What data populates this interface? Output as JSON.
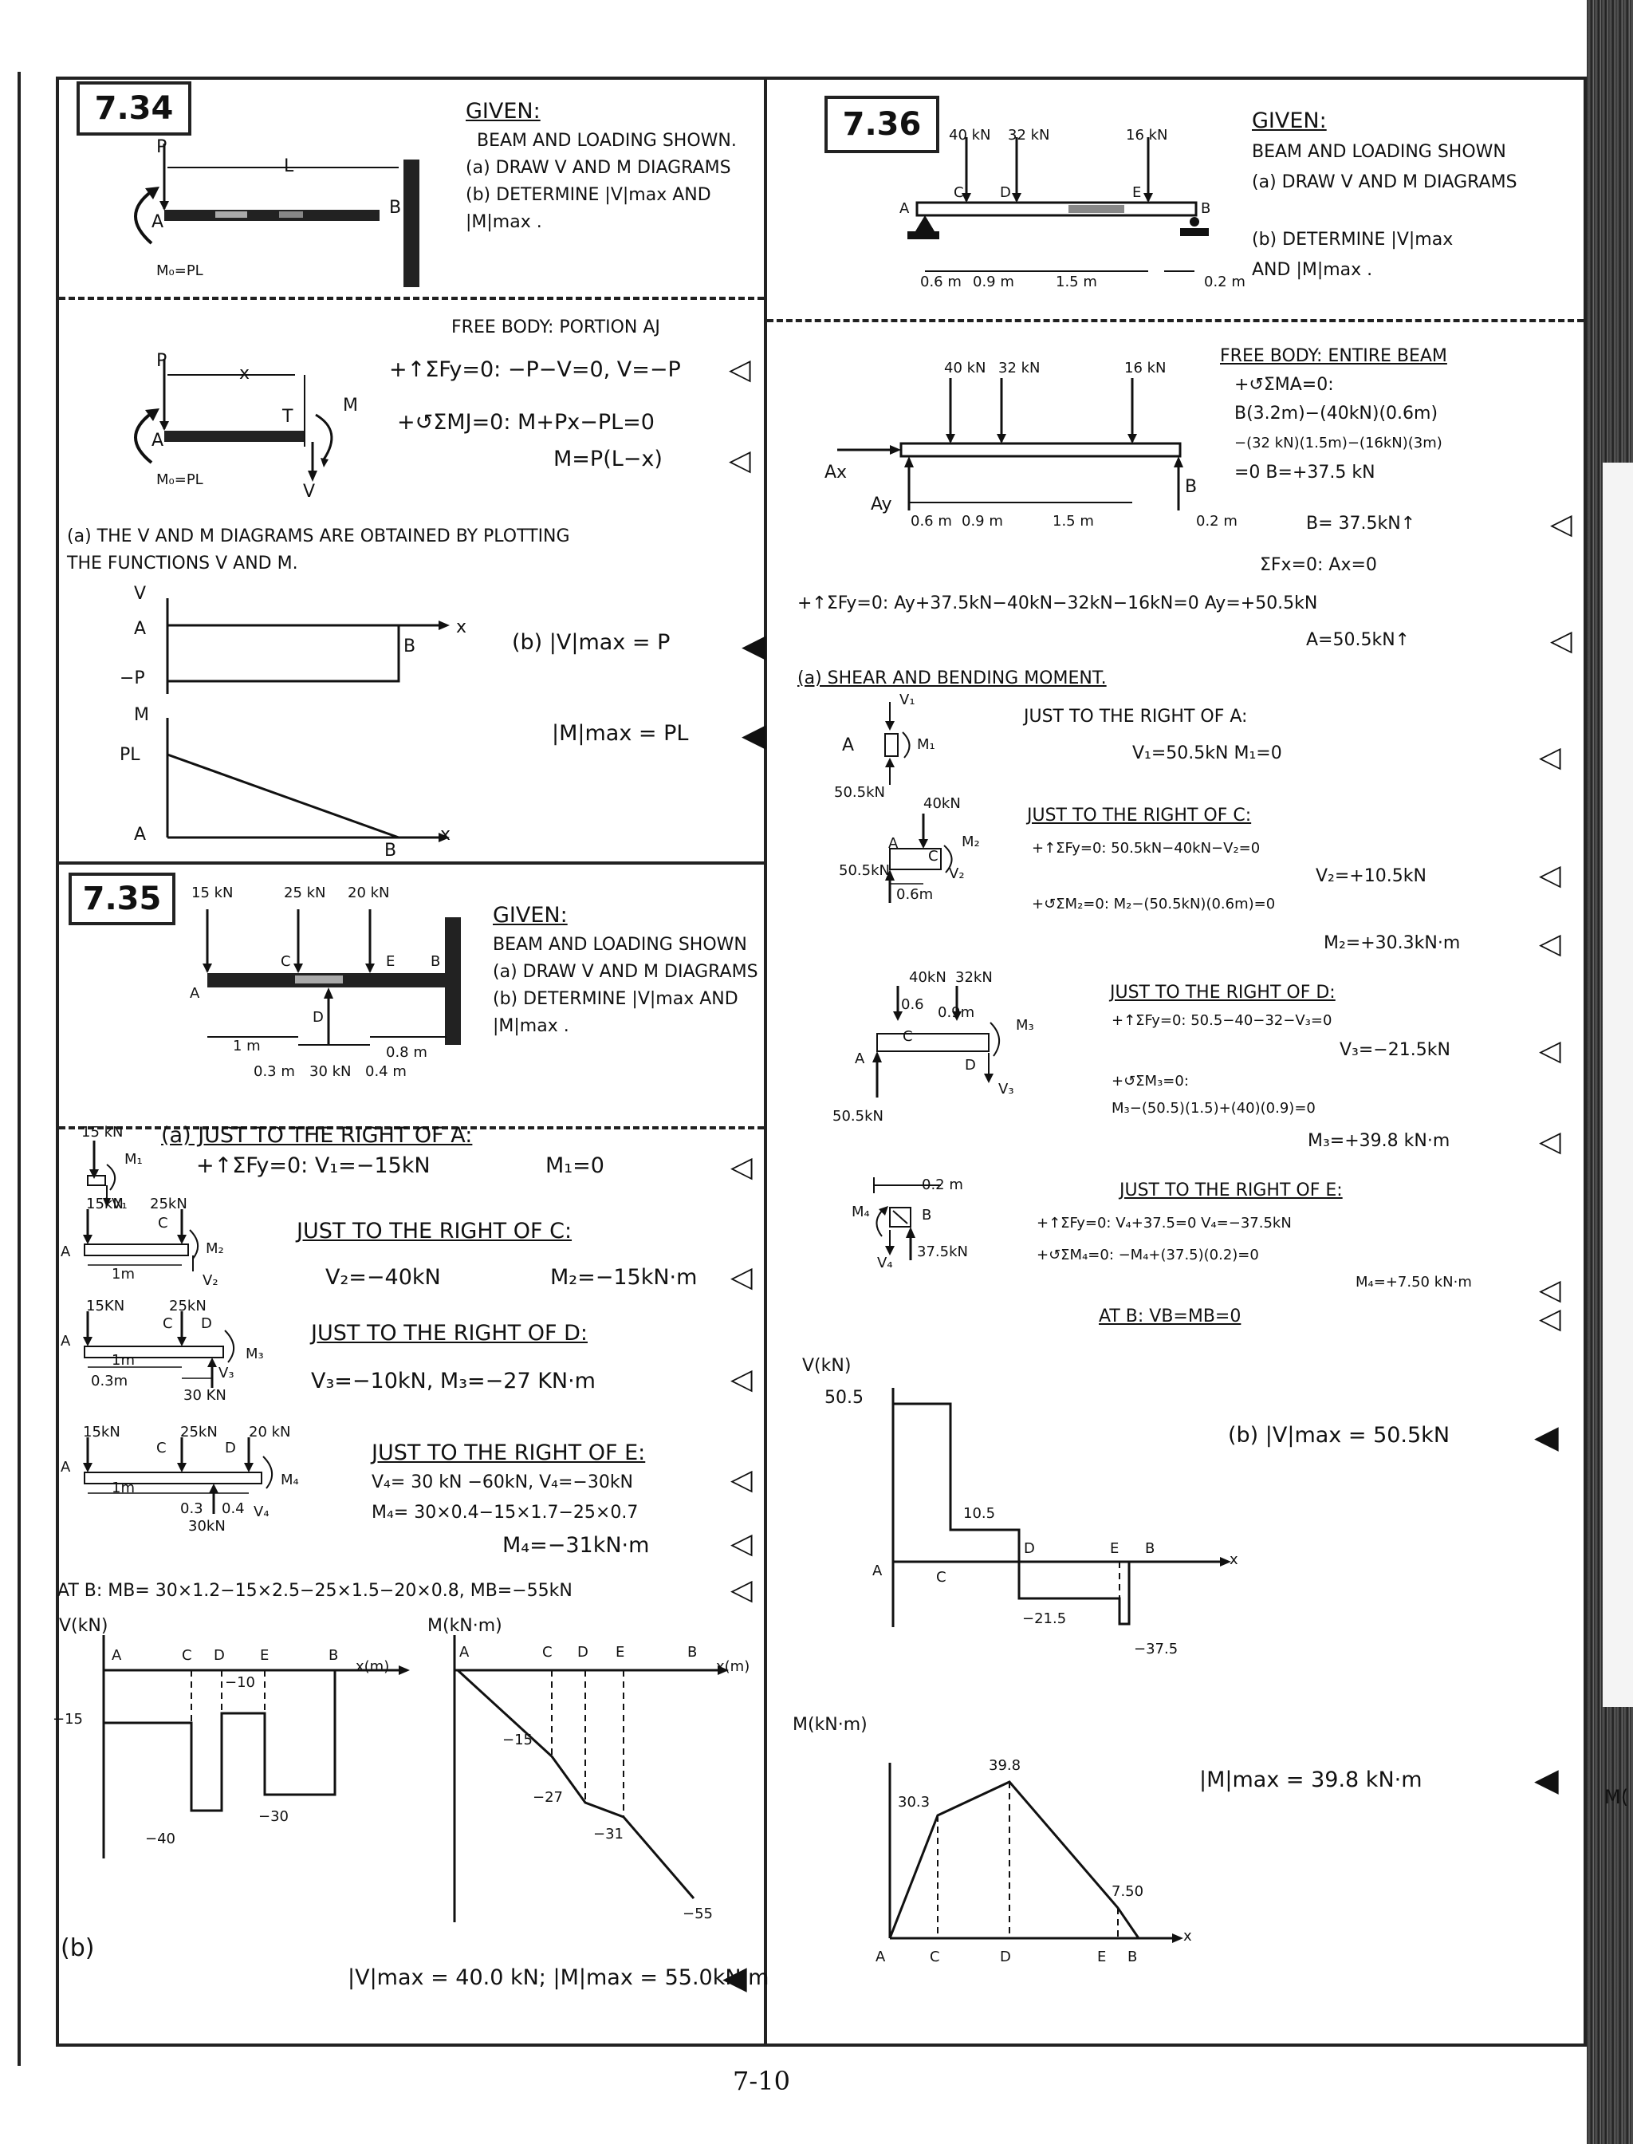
{
  "page_number": "7-10",
  "p734": {
    "number": "7.34",
    "labels": {
      "P": "P",
      "L": "L",
      "A": "A",
      "B": "B",
      "M0": "M₀=PL",
      "x": "x",
      "T": "T",
      "V": "V",
      "M": "M"
    },
    "given": [
      "GIVEN:",
      "BEAM AND LOADING SHOWN.",
      "(a) DRAW V AND M DIAGRAMS",
      "(b) DETERMINE |V|max AND",
      "|M|max ."
    ],
    "fb_title": "FREE BODY: PORTION AJ",
    "eq1": "+↑ΣFy=0: −P−V=0,  V=−P",
    "eq2": "+↺ΣMJ=0: M+Px−PL=0",
    "eq3": "M=P(L−x)",
    "part_a": [
      "(a) THE V AND M DIAGRAMS ARE OBTAINED BY PLOTTING",
      "THE FUNCTIONS V AND M."
    ],
    "ans_v": "(b) |V|max = P",
    "ans_m": "|M|max = PL",
    "vdiag": {
      "V": "V",
      "A": "A",
      "B": "B",
      "negP": "−P",
      "x": "x"
    },
    "mdiag": {
      "M": "M",
      "PL": "PL",
      "A": "A",
      "B": "B",
      "x": "x"
    }
  },
  "p735": {
    "number": "7.35",
    "loads": [
      "15 kN",
      "25 kN",
      "20 kN"
    ],
    "beam_labels": {
      "A": "A",
      "C": "C",
      "D": "D",
      "E": "E",
      "B": "B"
    },
    "dims": [
      "1 m",
      "0.3 m",
      "30 kN",
      "0.4 m",
      "0.8 m"
    ],
    "given": [
      "GIVEN:",
      "BEAM AND LOADING SHOWN",
      "(a) DRAW V AND M DIAGRAMS",
      "(b) DETERMINE |V|max AND",
      "|M|max ."
    ],
    "s1": {
      "load": "15 kN",
      "title": "(a) JUST TO THE RIGHT OF A:",
      "eq": "+↑ΣFy=0:  V₁=−15kN",
      "m": "M₁=0",
      "labels": [
        "M₁",
        "V₁"
      ]
    },
    "s2": {
      "loads": [
        "15kN",
        "25kN"
      ],
      "title": "JUST TO THE RIGHT OF C:",
      "v": "V₂=−40kN",
      "m": "M₂=−15kN·m",
      "labels": [
        "A",
        "C",
        "1m",
        "M₂",
        "V₂"
      ]
    },
    "s3": {
      "loads": [
        "15KN",
        "25kN"
      ],
      "title": "JUST TO THE RIGHT OF D:",
      "eq": "V₃=−10kN, M₃=−27 KN·m",
      "labels": [
        "A",
        "C",
        "D",
        "1m",
        "0.3m",
        "30 KN",
        "M₃",
        "V₃"
      ]
    },
    "s4": {
      "loads": [
        "15kN",
        "25kN",
        "20 kN"
      ],
      "title": "JUST TO THE RIGHT OF E:",
      "eq1": "V₄= 30 kN −60kN,  V₄=−30kN",
      "eq2": "M₄= 30×0.4−15×1.7−25×0.7",
      "eq3": "M₄=−31kN·m",
      "labels": [
        "A",
        "C",
        "D",
        "1m",
        "0.3",
        "0.4",
        "30kN",
        "M₄",
        "V₄"
      ]
    },
    "at_b": "AT B: MB= 30×1.2−15×2.5−25×1.5−20×0.8,  MB=−55kN",
    "vdiag": {
      "title": "V(kN)",
      "points": [
        "A",
        "C",
        "D",
        "E",
        "B"
      ],
      "x": "x(m)",
      "values": [
        "−15",
        "−10",
        "−40",
        "−30"
      ]
    },
    "mdiag": {
      "title": "M(kN·m)",
      "points": [
        "A",
        "C",
        "D",
        "E",
        "B"
      ],
      "x": "x(m)",
      "values": [
        "−15",
        "−27",
        "−31",
        "−55"
      ]
    },
    "part_b": "(b)",
    "answer": "|V|max = 40.0 kN;  |M|max = 55.0kN·m"
  },
  "p736": {
    "number": "7.36",
    "loads": [
      "40 kN",
      "32 kN",
      "16 kN"
    ],
    "beam_labels": {
      "A": "A",
      "C": "C",
      "D": "D",
      "E": "E",
      "B": "B"
    },
    "dims": [
      "0.6 m",
      "0.9 m",
      "1.5 m",
      "0.2 m"
    ],
    "given": [
      "GIVEN:",
      "BEAM AND LOADING SHOWN",
      "(a) DRAW V AND M DIAGRAMS",
      "(b) DETERMINE |V|max",
      "AND |M|max ."
    ],
    "fb_title": "FREE BODY: ENTIRE BEAM",
    "fb_reactions": [
      "Ax",
      "Ay",
      "B"
    ],
    "fb_eqs": [
      "+↺ΣMA=0:",
      "B(3.2m)−(40kN)(0.6m)",
      "−(32 kN)(1.5m)−(16kN)(3m)",
      "=0  B=+37.5 kN",
      "B= 37.5kN↑",
      "ΣFx=0:  Ax=0"
    ],
    "fy_eq": "+↑ΣFy=0: Ay+37.5kN−40kN−32kN−16kN=0   Ay=+50.5kN",
    "ay_ans": "A=50.5kN↑",
    "part_a": "(a) SHEAR AND BENDING MOMENT.",
    "s1": {
      "title": "JUST TO THE RIGHT OF A:",
      "eq": "V₁=50.5kN   M₁=0",
      "labels": [
        "A",
        "V₁",
        "M₁",
        "50.5kN"
      ]
    },
    "s2": {
      "title": "JUST TO THE RIGHT OF C:",
      "eq1": "+↑ΣFy=0: 50.5kN−40kN−V₂=0",
      "eq2": "V₂=+10.5kN",
      "eq3": "+↺ΣM₂=0: M₂−(50.5kN)(0.6m)=0",
      "eq4": "M₂=+30.3kN·m",
      "labels": [
        "40kN",
        "A",
        "C",
        "M₂",
        "V₂",
        "50.5kN",
        "0.6m"
      ]
    },
    "s3": {
      "title": "JUST TO THE RIGHT OF D:",
      "eq1": "+↑ΣFy=0: 50.5−40−32−V₃=0",
      "eq2": "V₃=−21.5kN",
      "eq3": "+↺ΣM₃=0:",
      "eq4": "M₃−(50.5)(1.5)+(40)(0.9)=0",
      "eq5": "M₃=+39.8 kN·m",
      "labels": [
        "40kN",
        "32kN",
        "0.6",
        "0.9m",
        "A",
        "C",
        "D",
        "M₃",
        "V₃",
        "50.5kN"
      ]
    },
    "s4": {
      "title": "JUST TO THE RIGHT OF E:",
      "eq1": "+↑ΣFy=0: V₄+37.5=0   V₄=−37.5kN",
      "eq2": "+↺ΣM₄=0: −M₄+(37.5)(0.2)=0",
      "eq3": "M₄=+7.50  kN·m",
      "labels": [
        "0.2 m",
        "M₄",
        "V₄",
        "B",
        "37.5kN"
      ]
    },
    "at_b": "AT B: VB=MB=0",
    "vdiag": {
      "title": "V(kN)",
      "points": [
        "A",
        "C",
        "D",
        "E",
        "B"
      ],
      "x": "x",
      "values": [
        "50.5",
        "10.5",
        "−21.5",
        "−37.5"
      ]
    },
    "ans_v": "(b) |V|max = 50.5kN",
    "mdiag": {
      "title": "M(kN·m)",
      "points": [
        "A",
        "C",
        "D",
        "E",
        "B"
      ],
      "x": "x",
      "values": [
        "30.3",
        "39.8",
        "7.50"
      ]
    },
    "ans_m": "|M|max = 39.8 kN·m"
  },
  "edge_fragments": [
    "M("
  ]
}
